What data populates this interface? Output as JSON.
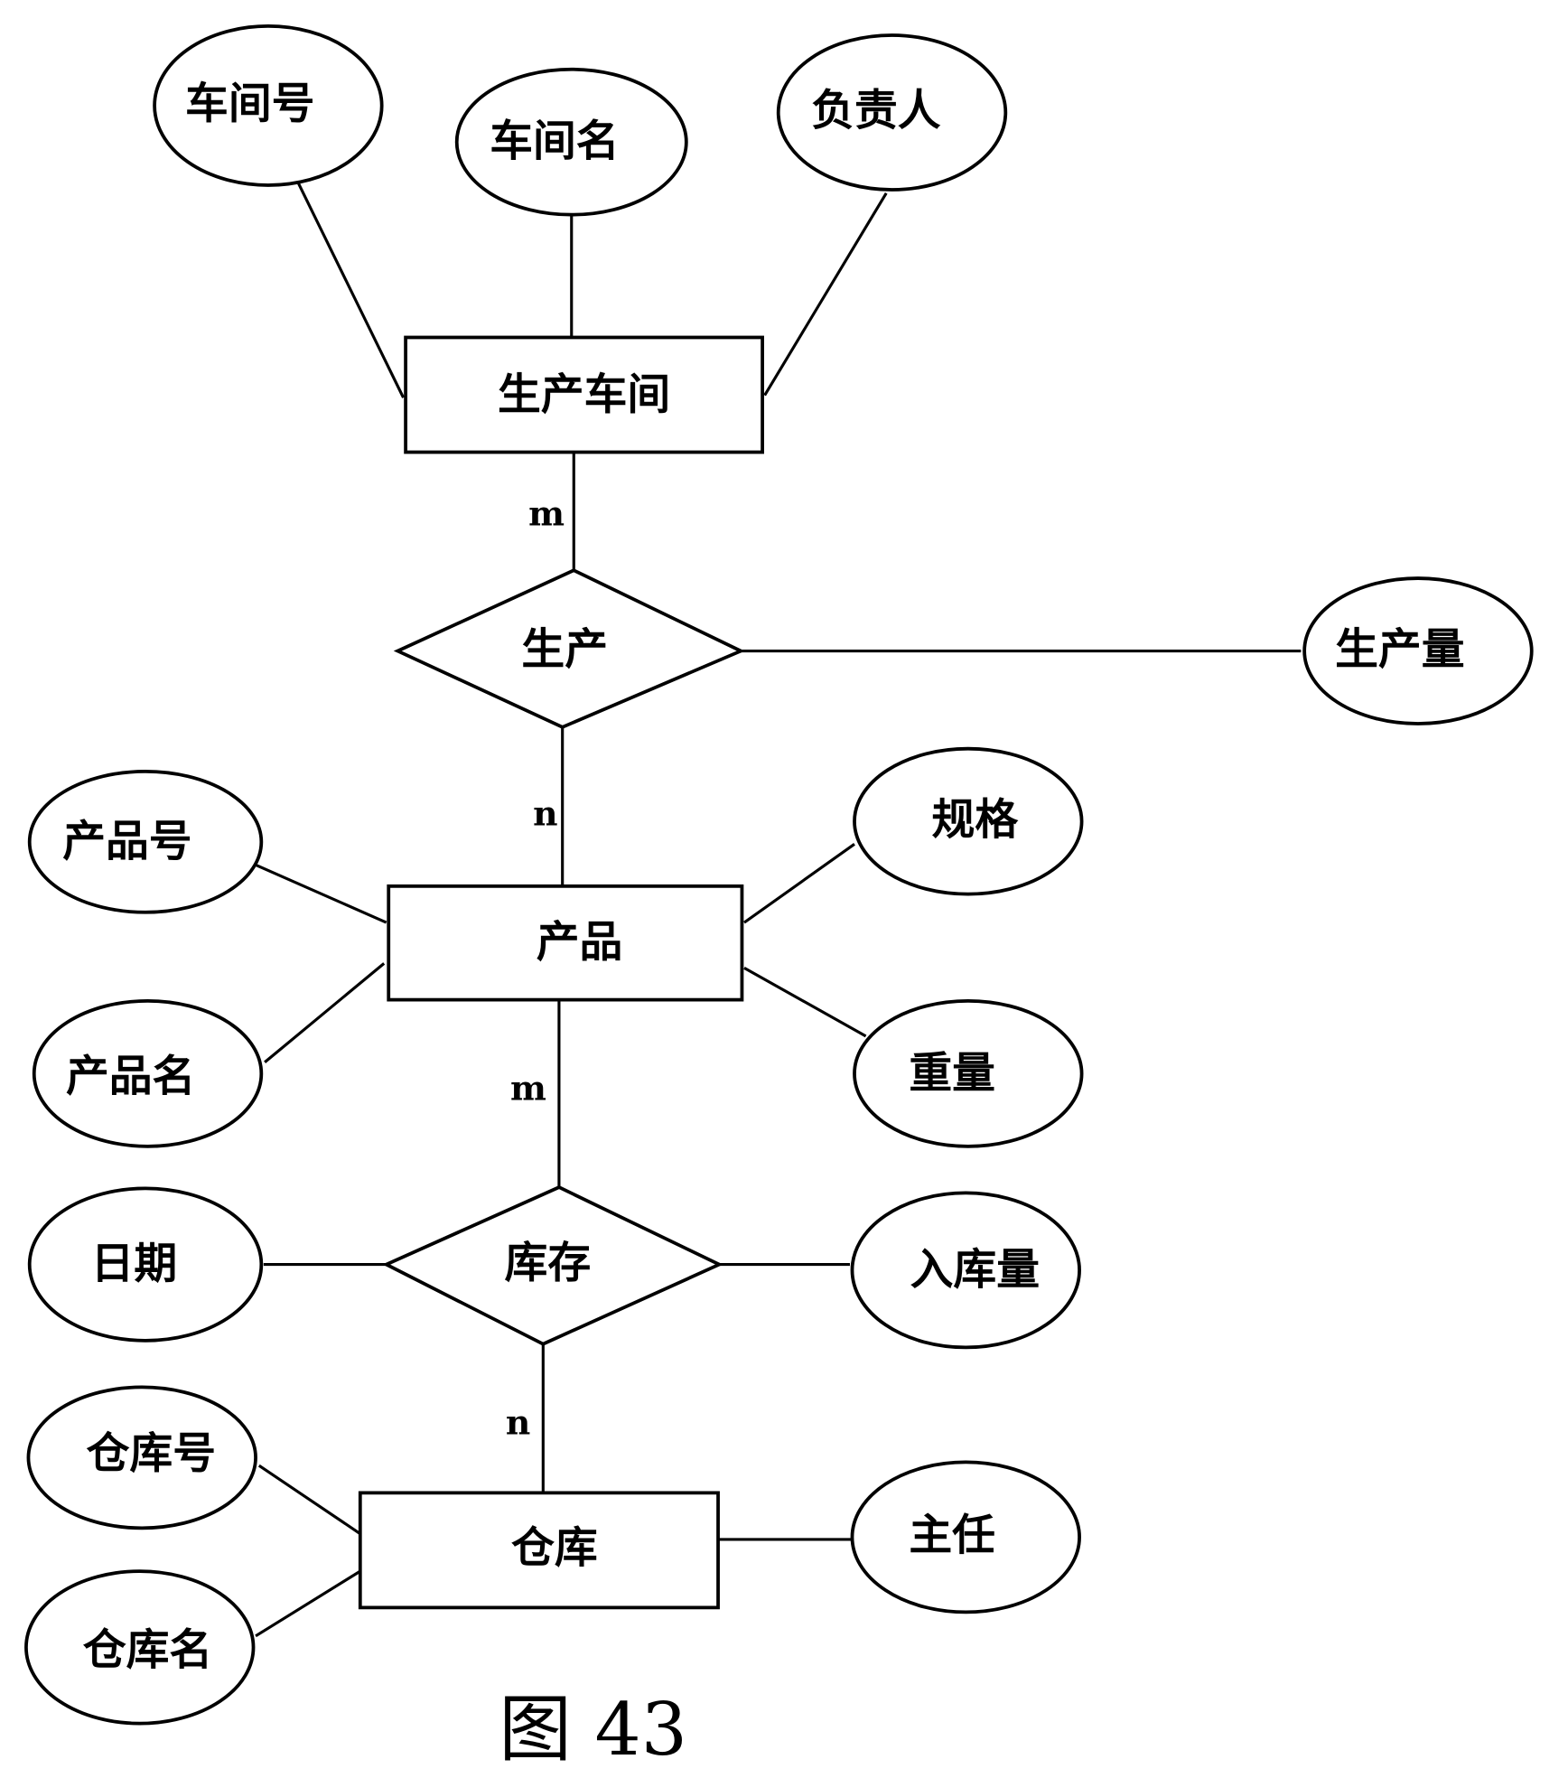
{
  "diagram": {
    "type": "er-diagram",
    "caption": "图 43",
    "entities": [
      {
        "id": "workshop",
        "label": "生产车间"
      },
      {
        "id": "product",
        "label": "产品"
      },
      {
        "id": "warehouse",
        "label": "仓库"
      }
    ],
    "relationships": [
      {
        "id": "produce",
        "label": "生产",
        "from": "workshop",
        "to": "product",
        "from_card": "m",
        "to_card": "n"
      },
      {
        "id": "stock",
        "label": "库存",
        "from": "product",
        "to": "warehouse",
        "from_card": "m",
        "to_card": "n"
      }
    ],
    "attributes": [
      {
        "id": "workshop-no",
        "owner": "workshop",
        "label": "车间号"
      },
      {
        "id": "workshop-name",
        "owner": "workshop",
        "label": "车间名"
      },
      {
        "id": "manager",
        "owner": "workshop",
        "label": "负责人"
      },
      {
        "id": "output",
        "owner": "produce",
        "label": "生产量"
      },
      {
        "id": "product-no",
        "owner": "product",
        "label": "产品号"
      },
      {
        "id": "product-name",
        "owner": "product",
        "label": "产品名"
      },
      {
        "id": "spec",
        "owner": "product",
        "label": "规格"
      },
      {
        "id": "weight",
        "owner": "product",
        "label": "重量"
      },
      {
        "id": "date",
        "owner": "stock",
        "label": "日期"
      },
      {
        "id": "in-qty",
        "owner": "stock",
        "label": "入库量"
      },
      {
        "id": "warehouse-no",
        "owner": "warehouse",
        "label": "仓库号"
      },
      {
        "id": "warehouse-name",
        "owner": "warehouse",
        "label": "仓库名"
      },
      {
        "id": "director",
        "owner": "warehouse",
        "label": "主任"
      }
    ]
  }
}
